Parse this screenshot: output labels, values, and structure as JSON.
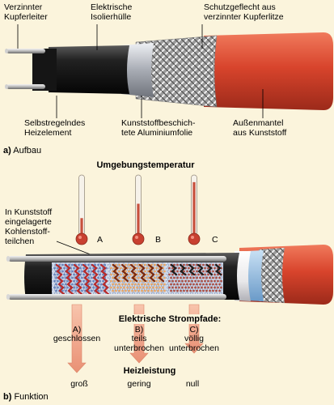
{
  "section_a": {
    "labels": {
      "copper_conductor": "Verzinnter\nKupferleiter",
      "insulation": "Elektrische\nIsolierhülle",
      "braid": "Schutzgeflecht aus\nverzinnter Kupferlitze",
      "heating_element": "Selbstregelndes\nHeizelement",
      "aluminium_foil": "Kunststoffbeschich-\ntete Aluminiumfolie",
      "outer_jacket": "Außenmantel\naus Kunststoff"
    },
    "caption_letter": "a)",
    "caption_text": "Aufbau"
  },
  "section_b": {
    "title": "Umgebungstemperatur",
    "carbon_label": "In Kunststoff\neingelagerte\nKohlenstoff-\nteilchen",
    "thermometers": [
      {
        "letter": "A",
        "level": 0.28,
        "color": "#c8503c"
      },
      {
        "letter": "B",
        "level": 0.52,
        "color": "#c8503c"
      },
      {
        "letter": "C",
        "level": 0.88,
        "color": "#c8503c"
      }
    ],
    "paths_title": "Elektrische Strompfade:",
    "paths": [
      {
        "letter": "A)",
        "text": "geschlossen"
      },
      {
        "letter": "B)",
        "text": "teils\nunterbrochen"
      },
      {
        "letter": "C)",
        "text": "völlig\nunterbrochen"
      }
    ],
    "heating_title": "Heizleistung",
    "heating_values": [
      "groß",
      "gering",
      "null"
    ],
    "caption_letter": "b)",
    "caption_text": "Funktion"
  },
  "colors": {
    "background": "#fbf4dc",
    "jacket_red": "#d8442c",
    "arrow_pink": "#f0a088",
    "insulation_black": "#1c1c1c",
    "heating_element": "#2a2a2a"
  }
}
